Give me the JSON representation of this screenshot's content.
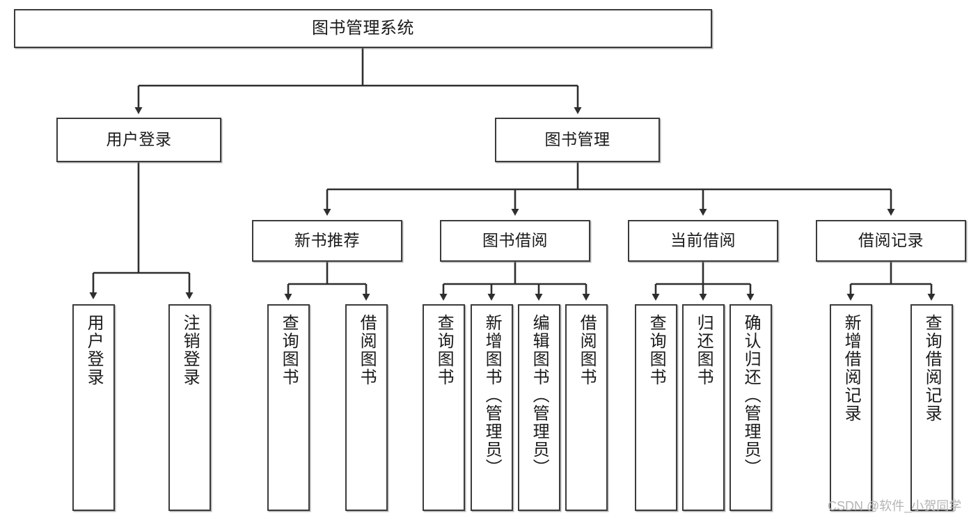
{
  "diagram": {
    "title": "图书管理系统",
    "root": {
      "label": "图书管理系统"
    },
    "level2": [
      {
        "label": "用户登录"
      },
      {
        "label": "图书管理"
      }
    ],
    "level3": [
      {
        "label": "新书推荐"
      },
      {
        "label": "图书借阅"
      },
      {
        "label": "当前借阅"
      },
      {
        "label": "借阅记录"
      }
    ],
    "leaves": [
      {
        "label": "用户登录"
      },
      {
        "label": "注销登录"
      },
      {
        "label": "查询图书"
      },
      {
        "label": "借阅图书"
      },
      {
        "label": "查询图书"
      },
      {
        "label": "新增图书（管理员）"
      },
      {
        "label": "编辑图书（管理员）"
      },
      {
        "label": "借阅图书"
      },
      {
        "label": "查询图书"
      },
      {
        "label": "归还图书"
      },
      {
        "label": "确认归还（管理员）"
      },
      {
        "label": "新增借阅记录"
      },
      {
        "label": "查询借阅记录"
      }
    ]
  },
  "watermark": {
    "text": "CSDN @软件_小贺同学"
  },
  "colors": {
    "box_border": "#3b3b3b",
    "box_fill": "#ffffff",
    "line": "#2e2e2e",
    "text": "#1a1a1a",
    "watermark": "#b4b4b4",
    "page_background": "#ffffff"
  }
}
